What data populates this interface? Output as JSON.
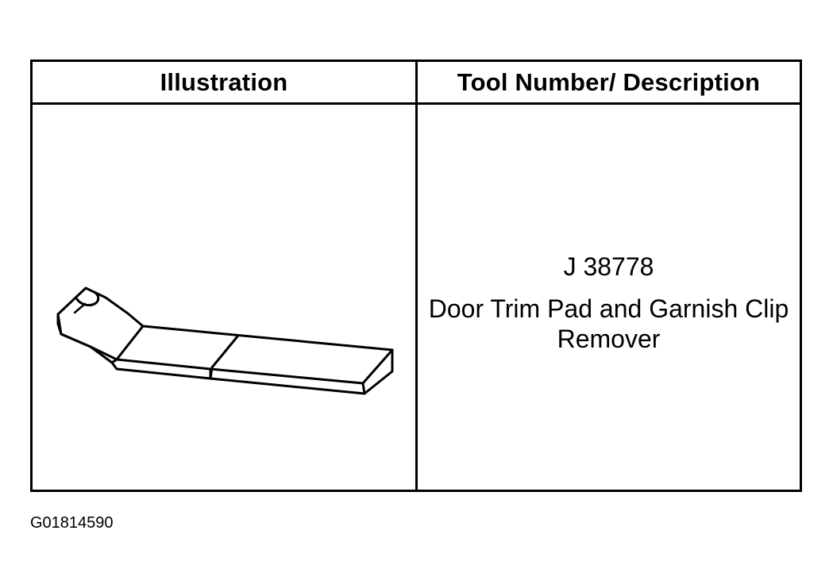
{
  "table": {
    "headers": {
      "illustration": "Illustration",
      "tool": "Tool Number/ Description"
    },
    "row": {
      "illustration_icon": "clip-remover-tool-drawing",
      "tool_number": "J 38778",
      "description": "Door Trim Pad and Garnish Clip Remover"
    }
  },
  "figure_id": "G01814590"
}
